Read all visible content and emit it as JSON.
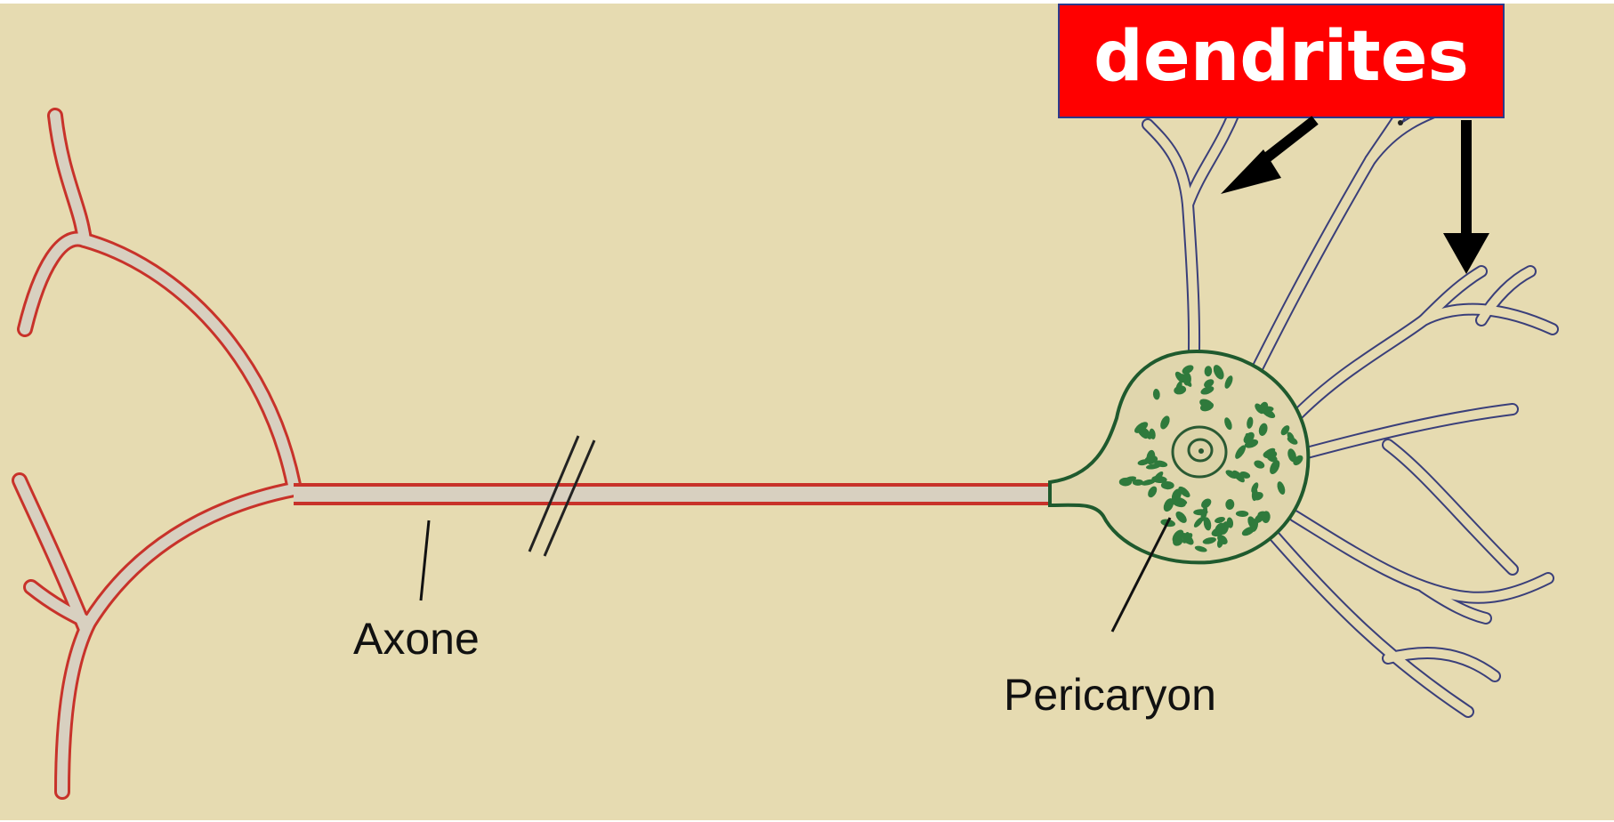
{
  "diagram": {
    "labels": {
      "dendrites": "dendrites",
      "axone": "Axone",
      "pericaryon": "Pericaryon"
    },
    "colors": {
      "background": "#e6dbb1",
      "axon": "#c8322a",
      "axon_fill": "#d8d0c0",
      "soma_outline": "#1f5a2e",
      "soma_dots": "#2f7a3c",
      "dendrite": "#3a3f7a",
      "label_box": "#ff0000",
      "label_text": "#ffffff",
      "arrow": "#000000",
      "pointer_line": "#111111"
    },
    "parts": [
      "axon",
      "axon-break",
      "axon-terminals",
      "soma",
      "nucleus",
      "dendrites"
    ]
  }
}
